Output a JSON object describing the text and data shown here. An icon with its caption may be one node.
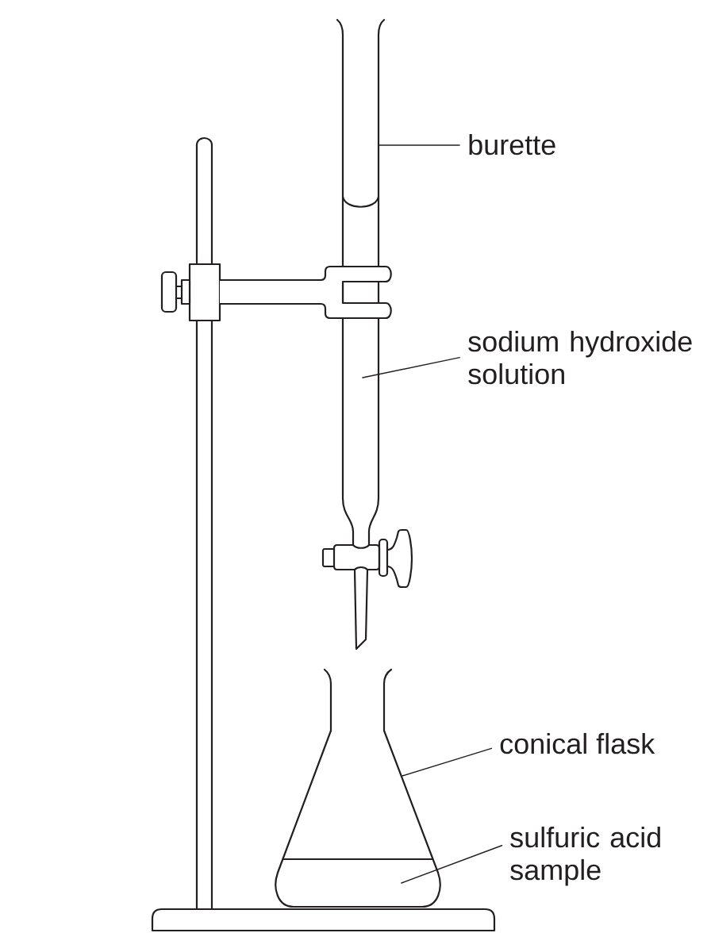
{
  "diagram": {
    "nodes": [
      {
        "text": [
          "burette"
        ]
      },
      {
        "text": [
          "sodium hydroxide solution"
        ]
      },
      {
        "text": [
          "conical flask"
        ]
      },
      {
        "text": [
          "sulfuric acid sample"
        ]
      }
    ],
    "edges": [
      {
        "from": 0,
        "to": null,
        "arrow": "none"
      },
      {
        "from": 1,
        "to": null,
        "arrow": "none"
      },
      {
        "from": 2,
        "to": null,
        "arrow": "none"
      },
      {
        "from": 3,
        "to": null,
        "arrow": "none"
      }
    ]
  }
}
